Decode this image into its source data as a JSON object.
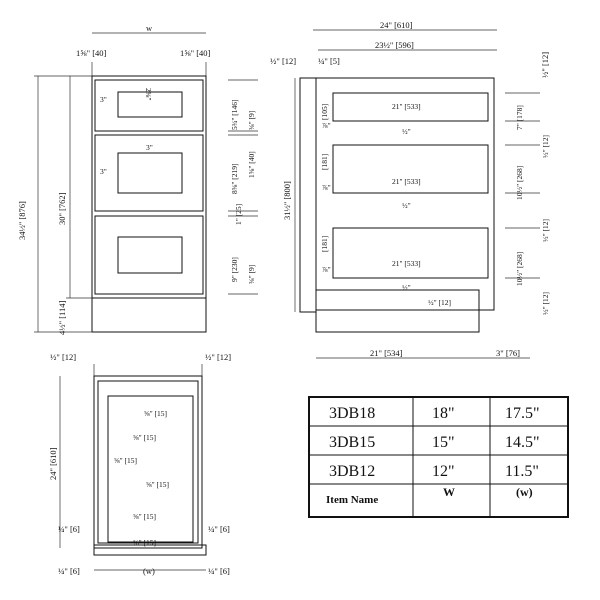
{
  "front": {
    "width_label": "w",
    "top_left": "1⅝\" [40]",
    "top_right": "1⅝\" [40]",
    "height_total": "34½\" [876]",
    "height_body": "30\" [762]",
    "base_height": "4½\" [114]",
    "d1_inner_left": "3\"",
    "d1_inner_top": "2⅝\"",
    "d2_inner_left": "3\"",
    "d2_inner_top": "3\"",
    "d1_h": "5¾\" [146]",
    "d1_gap": "⅜\" [9]",
    "d2_h": "8⅝\" [219]",
    "d2_gap": "1⅝\" [40]",
    "gap_mid": "1\" [25]",
    "d3_h": "9\" [230]",
    "d3_gap": "⅜\" [9]"
  },
  "side": {
    "top_total": "24\" [610]",
    "top_inner": "23½\" [596]",
    "left_a": "½\" [12]",
    "left_b": "¼\" [5]",
    "right_top": "½\" [12]",
    "height": "31½\" [800]",
    "box1_depth": "21\" [533]",
    "box1_h": "7\" [178]",
    "box2_depth": "21\" [533]",
    "box2_h": "10½\" [268]",
    "box3_depth": "21\" [533]",
    "box3_h": "10½\" [268]",
    "r_gap1": "½\" [12]",
    "r_gap2": "½\" [12]",
    "r_gap3": "½\" [12]",
    "toe_kick": "½\" [12]",
    "bottom_depth": "21\" [534]",
    "bottom_ext": "3\" [76]",
    "inner_a": "[105]",
    "inner_b": "[181]",
    "inner_c": "[181]",
    "frac": "½\"",
    "eighth": "⅞\""
  },
  "top_view": {
    "left_top": "½\" [12]",
    "right_top": "½\" [12]",
    "depth": "24\" [610]",
    "dim_a": "⅝\" [15]",
    "dim_b": "⅝\" [15]",
    "dim_c": "⅝\" [15]",
    "dim_d": "⅝\" [15]",
    "left_low": "¼\" [6]",
    "right_low": "¼\" [6]",
    "bot_left": "¼\" [6]",
    "bot_right": "¼\" [6]",
    "bot_center": "(w)"
  },
  "table": {
    "rows": [
      {
        "item": "3DB18",
        "w": "18\"",
        "w_inner": "17.5\""
      },
      {
        "item": "3DB15",
        "w": "15\"",
        "w_inner": "14.5\""
      },
      {
        "item": "3DB12",
        "w": "12\"",
        "w_inner": "11.5\""
      }
    ],
    "footer": {
      "item": "Item Name",
      "w": "W",
      "w_inner": "(w)"
    }
  }
}
